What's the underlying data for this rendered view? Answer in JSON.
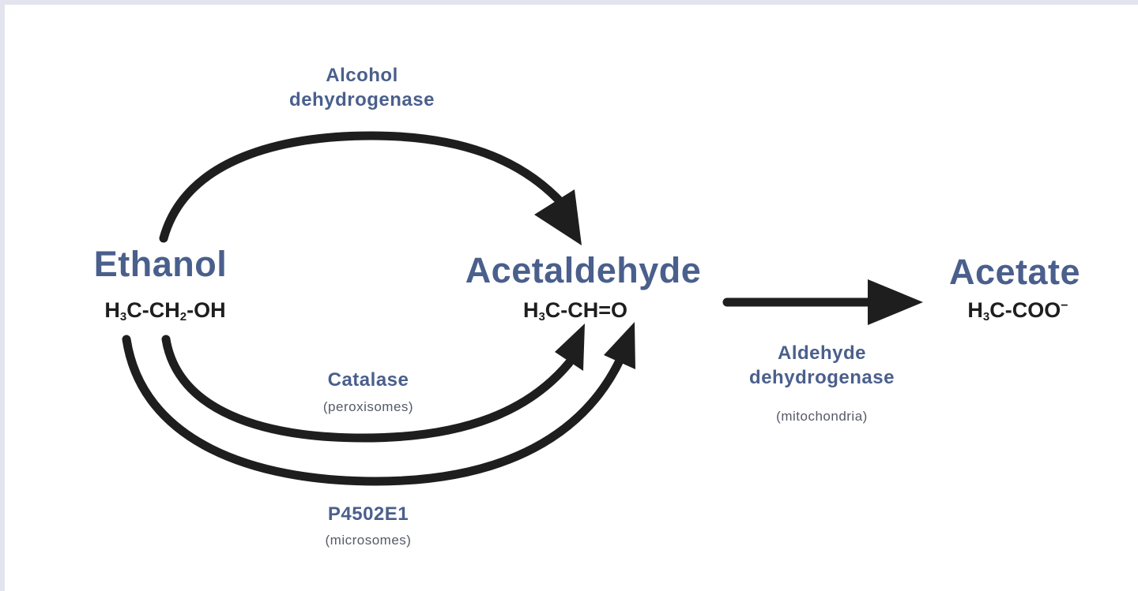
{
  "compounds": {
    "ethanol": {
      "name": "Ethanol",
      "formula": {
        "a": "H",
        "a_sub": "3",
        "b": "C-CH",
        "b_sub": "2",
        "c": "-OH"
      }
    },
    "acetaldehyde": {
      "name": "Acetaldehyde",
      "formula": {
        "a": "H",
        "a_sub": "3",
        "b": "C-CH=O"
      }
    },
    "acetate": {
      "name": "Acetate",
      "formula": {
        "a": "H",
        "a_sub": "3",
        "b": "C-COO",
        "charge": "−"
      }
    }
  },
  "enzymes": {
    "adh": {
      "line1": "Alcohol",
      "line2": "dehydrogenase"
    },
    "catalase": {
      "name": "Catalase",
      "location": "(peroxisomes)"
    },
    "p450": {
      "name": "P4502E1",
      "location": "(microsomes)"
    },
    "aldh": {
      "line1": "Aldehyde",
      "line2": "dehydrogenase",
      "location": "(mitochondria)"
    }
  },
  "colors": {
    "label_blue": "#4a5f8c",
    "arrow": "#1e1e1e",
    "frame": "#e4e4ee"
  }
}
